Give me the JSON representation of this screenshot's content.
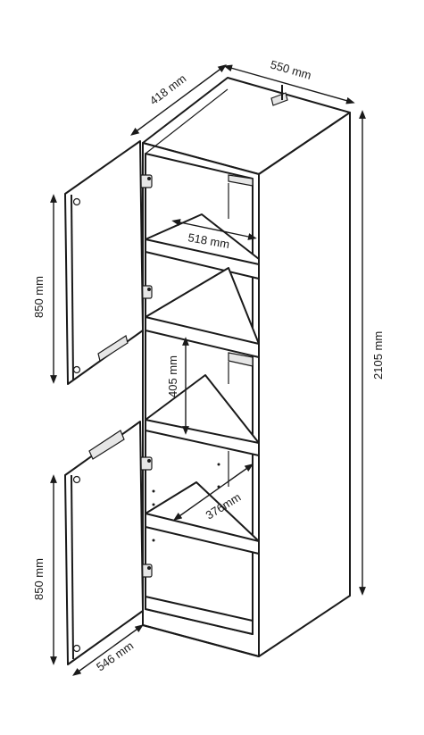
{
  "dimensions": {
    "top_width": "550 mm",
    "top_depth": "418 mm",
    "total_height": "2105 mm",
    "upper_door_height": "850 mm",
    "lower_door_height": "850 mm",
    "inner_width": "518 mm",
    "shelf_gap": "405 mm",
    "shelf_depth": "376mm",
    "door_depth": "546 mm"
  },
  "icons": [
    "hinge-icon",
    "door-handle-icon",
    "shelf-pin-icon"
  ],
  "colors": {
    "stroke": "#1a1a1a",
    "background": "#ffffff",
    "shade": "#e6e6e6"
  }
}
